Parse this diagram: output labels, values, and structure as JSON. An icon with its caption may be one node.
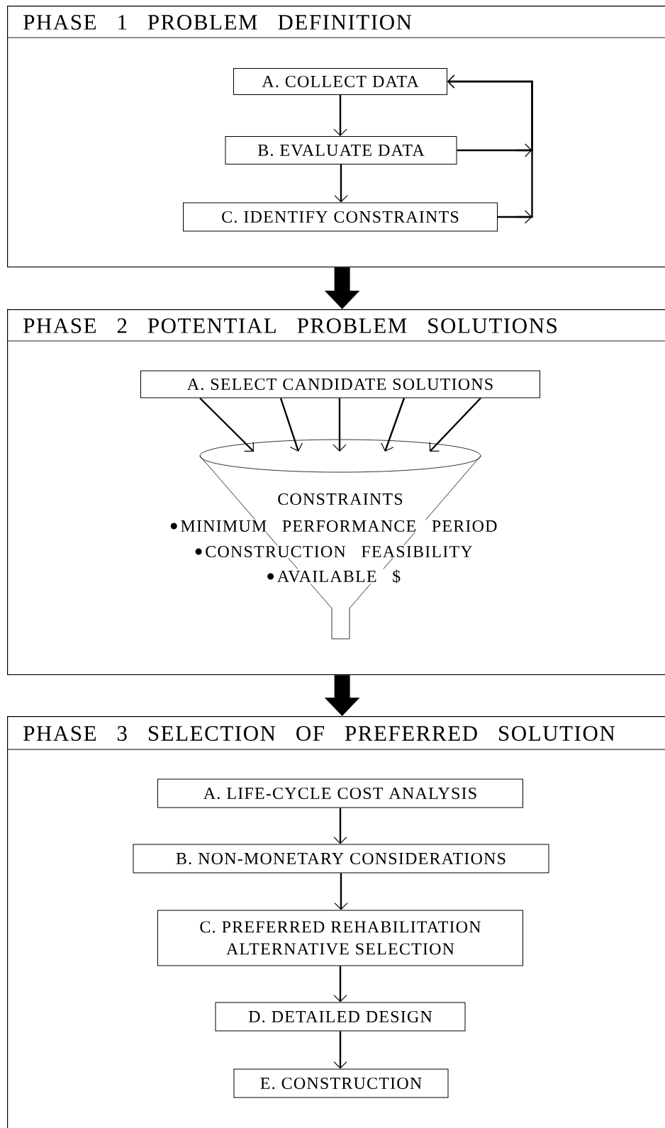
{
  "diagram": {
    "nodes": [
      {
        "text": [
          "PHASE 1 PROBLEM DEFINITION"
        ]
      },
      {
        "text": [
          "A. COLLECT DATA"
        ],
        "in": 0
      },
      {
        "text": [
          "B. EVALUATE DATA"
        ],
        "in": 0
      },
      {
        "text": [
          "C. IDENTIFY CONSTRAINTS"
        ],
        "in": 0
      },
      {
        "text": [
          "PHASE 2 POTENTIAL PROBLEM SOLUTIONS"
        ]
      },
      {
        "text": [
          "A. SELECT CANDIDATE SOLUTIONS"
        ],
        "in": 4
      },
      {
        "text": [
          "CONSTRAINTS",
          "MINIMUM PERFORMANCE PERIOD",
          "CONSTRUCTION FEASIBILITY",
          "AVAILABLE $"
        ],
        "in": 4
      },
      {
        "text": [
          "PHASE 3 SELECTION OF PREFERRED SOLUTION"
        ]
      },
      {
        "text": [
          "A. LIFE-CYCLE COST ANALYSIS"
        ],
        "in": 7
      },
      {
        "text": [
          "B. NON-MONETARY CONSIDERATIONS"
        ],
        "in": 7
      },
      {
        "text": [
          "C. PREFERRED REHABILITATION ALTERNATIVE SELECTION"
        ],
        "in": 7
      },
      {
        "text": [
          "D. DETAILED DESIGN"
        ],
        "in": 7
      },
      {
        "text": [
          "E. CONSTRUCTION"
        ],
        "in": 7
      }
    ],
    "edges": [
      {
        "from": 1,
        "to": 2,
        "arrow": "to"
      },
      {
        "from": 2,
        "to": 3,
        "arrow": "to"
      },
      {
        "from": 2,
        "to": 1,
        "arrow": "to"
      },
      {
        "from": 3,
        "to": 1,
        "arrow": "to"
      },
      {
        "from": 0,
        "to": 4,
        "arrow": "to",
        "style": "thick"
      },
      {
        "from": 5,
        "to": 6,
        "arrow": "to"
      },
      {
        "from": 5,
        "to": 6,
        "arrow": "to"
      },
      {
        "from": 5,
        "to": 6,
        "arrow": "to"
      },
      {
        "from": 5,
        "to": 6,
        "arrow": "to"
      },
      {
        "from": 5,
        "to": 6,
        "arrow": "to"
      },
      {
        "from": 4,
        "to": 7,
        "arrow": "to",
        "style": "thick"
      },
      {
        "from": 8,
        "to": 9,
        "arrow": "to"
      },
      {
        "from": 9,
        "to": 10,
        "arrow": "to"
      },
      {
        "from": 10,
        "to": 11,
        "arrow": "to"
      },
      {
        "from": 11,
        "to": 12,
        "arrow": "to"
      }
    ]
  }
}
